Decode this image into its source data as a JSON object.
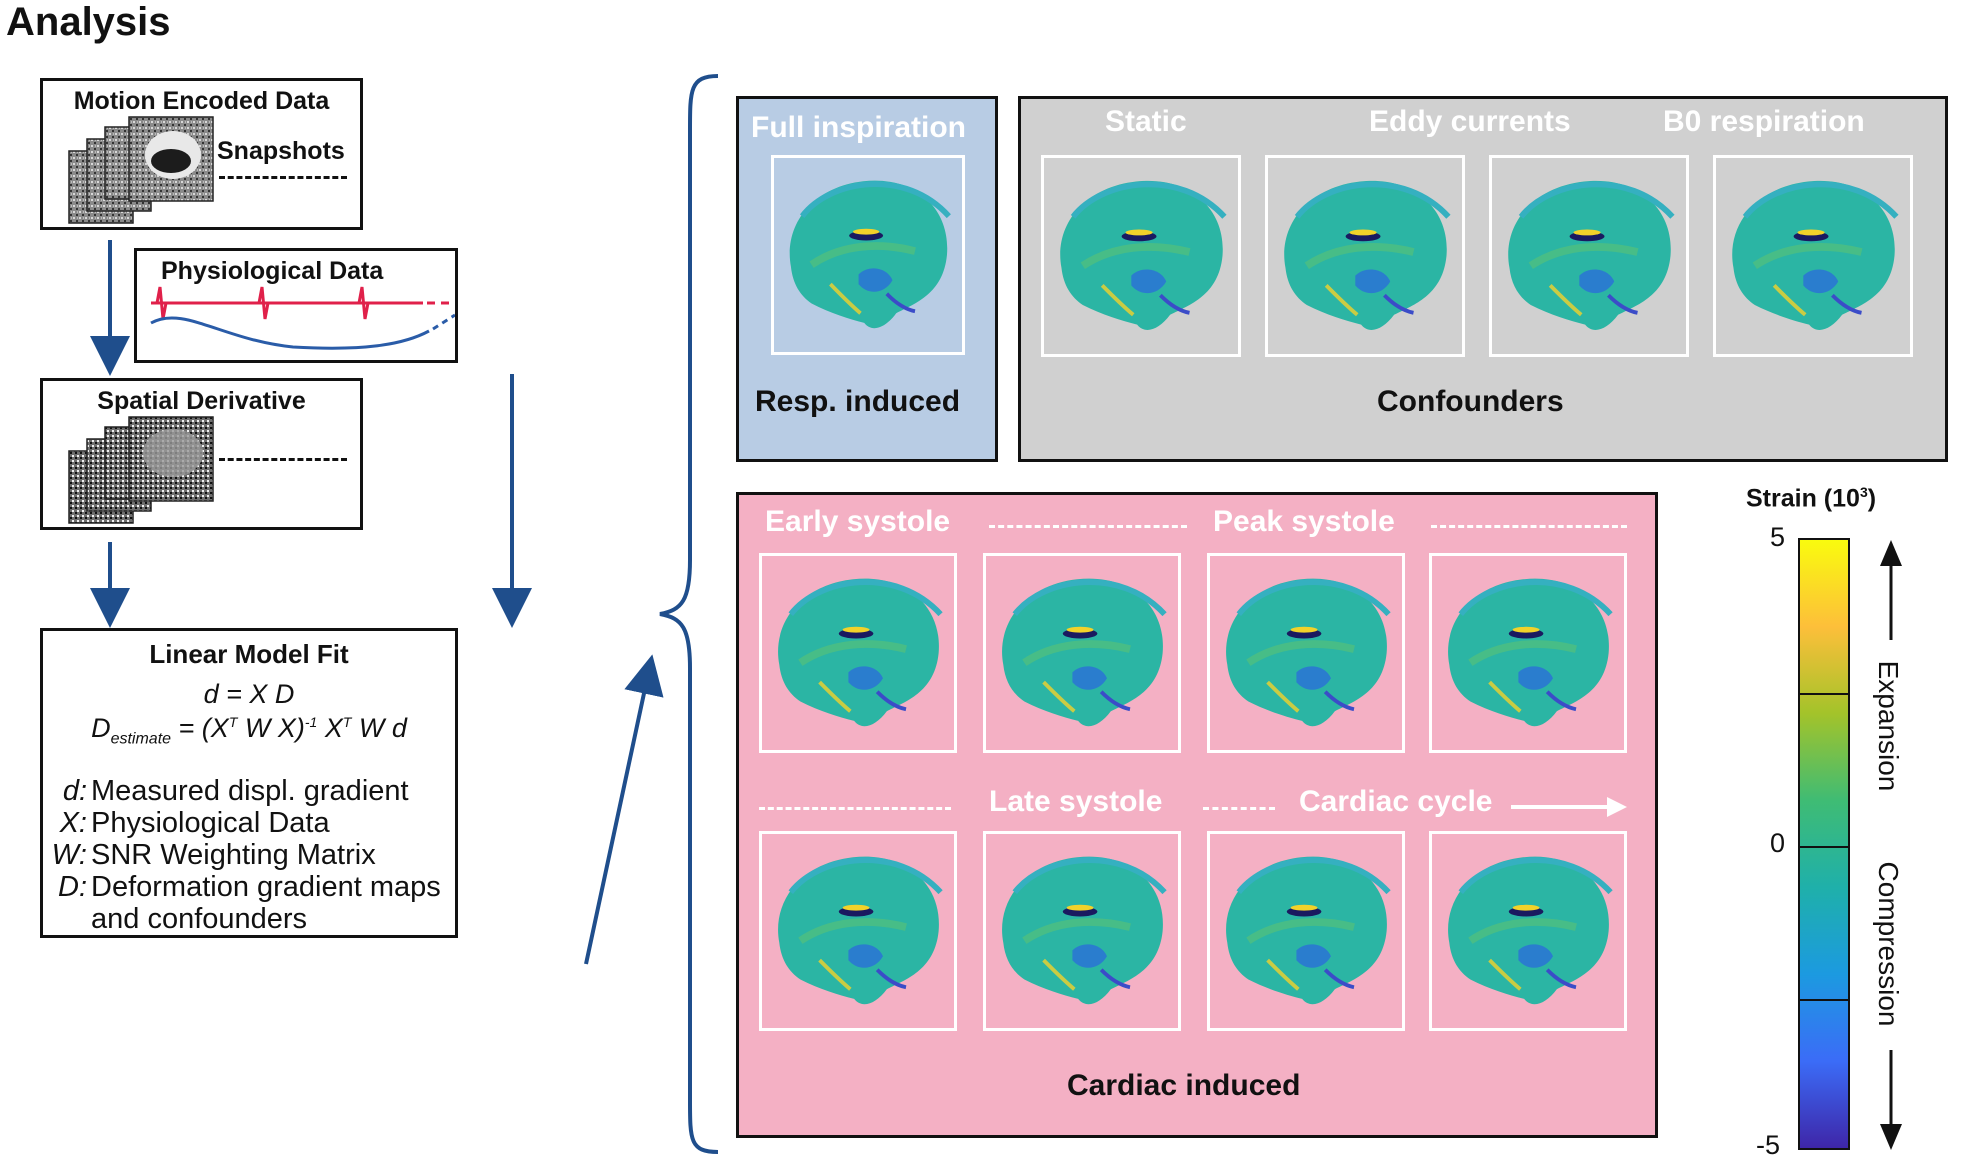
{
  "header": {
    "title": "Analysis"
  },
  "motion": {
    "title": "Motion Encoded Data",
    "snapshots": "Snapshots"
  },
  "physio": {
    "title": "Physiological Data"
  },
  "spatial": {
    "title": "Spatial Derivative"
  },
  "fit": {
    "title": "Linear Model Fit",
    "eq1": "d = X D",
    "eq2_lhs": "D",
    "eq2_sub": "estimate",
    "eq2_rhs": " = (X",
    "eq2_sup1": "T",
    "eq2_mid": " W X)",
    "eq2_sup2": "-1",
    "eq2_tail": " X",
    "eq2_sup3": "T",
    "eq2_end": " W d",
    "legend": [
      {
        "sym": "d:",
        "text": "Measured displ. gradient"
      },
      {
        "sym": "X:",
        "text": "Physiological Data"
      },
      {
        "sym": "W:",
        "text": "SNR Weighting Matrix"
      },
      {
        "sym": "D:",
        "text": "Deformation gradient maps"
      },
      {
        "sym": "",
        "text": "and confounders"
      }
    ]
  },
  "resp": {
    "label": "Full inspiration",
    "title": "Resp. induced"
  },
  "confounders": {
    "title": "Confounders",
    "labels": [
      "Static",
      "Eddy currents",
      "B0 respiration"
    ]
  },
  "cardiac": {
    "title": "Cardiac induced",
    "early": "Early systole",
    "peak": "Peak systole",
    "late": "Late systole",
    "cycle": "Cardiac cycle"
  },
  "colorbar": {
    "title": "Strain (10",
    "title_sup": "3",
    "title_end": ")",
    "max": "5",
    "mid": "0",
    "min": "-5",
    "expansion": "Expansion",
    "compression": "Compression",
    "colors": [
      "#f9fb0e",
      "#fdbf3a",
      "#a3c32a",
      "#3fbc74",
      "#1fb0aa",
      "#1c9ae0",
      "#3b6cf7",
      "#3e26a8"
    ]
  },
  "colors": {
    "resp_bg": "#b8cce4",
    "confounders_bg": "#d0d0d0",
    "cardiac_bg": "#f4b0c4",
    "arrow": "#1f4e8c",
    "ecg": "#e0204a",
    "resp_curve": "#2a5ca8"
  }
}
